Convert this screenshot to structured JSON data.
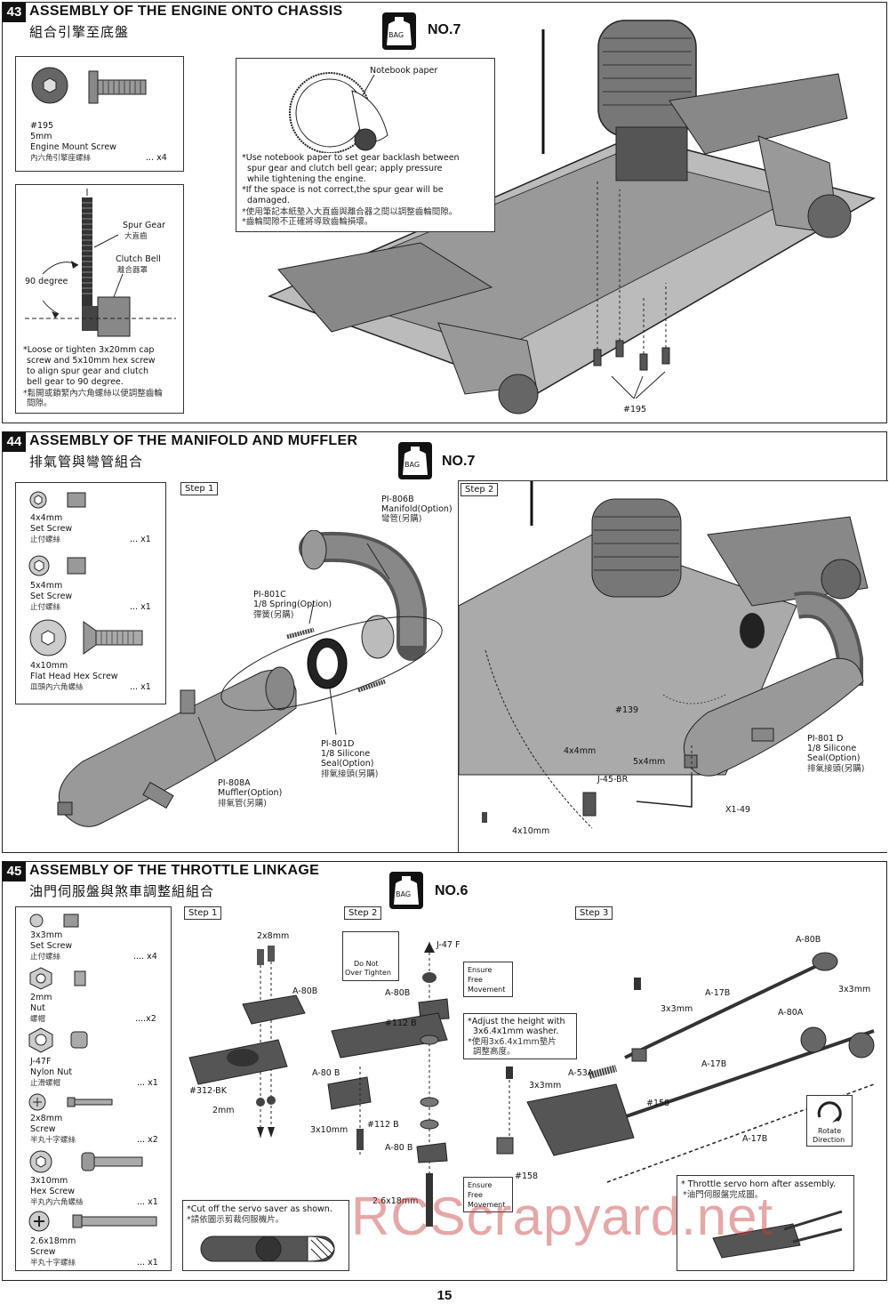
{
  "s43": {
    "num": "43",
    "title": "ASSEMBLY OF THE ENGINE ONTO CHASSIS",
    "title_cn": "組合引擎至底盤",
    "bag_text": "BAG",
    "bag_no": "NO.7",
    "screw": {
      "code": "#195",
      "size": "5mm",
      "name": "Engine Mount Screw",
      "cn": "內六角引擎座螺絲",
      "qty": "... x4"
    },
    "gear_box": {
      "spur": "Spur Gear",
      "spur_cn": "大直齒",
      "clutch": "Clutch Bell",
      "clutch_cn": "離合器罩",
      "angle": "90 degree",
      "note1": "*Loose or tighten 3x20mm cap",
      "note2": "screw and 5x10mm hex screw",
      "note3": "to align spur gear and clutch",
      "note4": "bell gear to 90 degree.",
      "note_cn1": "*鬆開或鎖緊內六角螺絲以便調整齒輪",
      "note_cn2": "間隙。"
    },
    "paper_box": {
      "paper_label": "Notebook paper",
      "n1": "*Use notebook paper to set gear backlash between",
      "n2": "spur gear and clutch bell gear; apply pressure",
      "n3": "while tightening the engine.",
      "n4": "*If the space is not correct,the spur gear will be",
      "n5": "damaged.",
      "cn1": "*使用筆記本紙墊入大直齒與離合器之間以調整齒輪間隙。",
      "cn2": "*齒輪間隙不正確將導致齒輪損壞。"
    },
    "callout": "#195"
  },
  "s44": {
    "num": "44",
    "title": "ASSEMBLY OF THE MANIFOLD AND MUFFLER",
    "title_cn": "排氣管與彎管組合",
    "bag_text": "BAG",
    "bag_no": "NO.7",
    "step1": "Step 1",
    "step2": "Step 2",
    "parts": [
      {
        "size": "4x4mm",
        "name": "Set Screw",
        "cn": "止付螺絲",
        "qty": "... x1"
      },
      {
        "size": "5x4mm",
        "name": "Set Screw",
        "cn": "止付螺絲",
        "qty": "... x1"
      },
      {
        "size": "4x10mm",
        "name": "Flat Head Hex Screw",
        "cn": "皿頭內六角螺絲",
        "qty": "... x1"
      }
    ],
    "manifold": {
      "code": "PI-806B",
      "name": "Manifold(Option)",
      "cn": "彎管(另購)"
    },
    "spring": {
      "code": "PI-801C",
      "name": "1/8 Spring(Option)",
      "cn": "彈簧(另購)"
    },
    "seal": {
      "code": "PI-801D",
      "name1": "1/8 Silicone",
      "name2": "Seal(Option)",
      "cn": "排氣接頭(另購)"
    },
    "muffler": {
      "code": "PI-808A",
      "name": "Muffler(Option)",
      "cn": "排氣管(另購)"
    },
    "s2": {
      "c139": "#139",
      "s44": "4x4mm",
      "j45": "J-45-BR",
      "s54": "5x4mm",
      "x149": "X1-49",
      "s410": "4x10mm",
      "seal_code": "PI-801 D",
      "seal1": "1/8 Silicone",
      "seal2": "Seal(Option)",
      "seal_cn": "排氣接頭(另購)"
    }
  },
  "s45": {
    "num": "45",
    "title": "ASSEMBLY OF THE THROTTLE LINKAGE",
    "title_cn": "油門伺服盤與煞車調整組組合",
    "bag_text": "BAG",
    "bag_no": "NO.6",
    "step1": "Step 1",
    "step2": "Step 2",
    "step3": "Step 3",
    "parts": [
      {
        "size": "3x3mm",
        "name": "Set Screw",
        "cn": "止付螺絲",
        "qty": ".... x4"
      },
      {
        "size": "2mm",
        "name": "Nut",
        "cn": "螺帽",
        "qty": "....x2"
      },
      {
        "size": "J-47F",
        "name": "Nylon Nut",
        "cn": "止滑螺帽",
        "qty": "... x1"
      },
      {
        "size": "2x8mm",
        "name": "Screw",
        "cn": "半丸十字螺絲",
        "qty": "... x2"
      },
      {
        "size": "3x10mm",
        "name": "Hex Screw",
        "cn": "半丸內六角螺絲",
        "qty": "... x1"
      },
      {
        "size": "2.6x18mm",
        "name": "Screw",
        "cn": "半丸十字螺絲",
        "qty": "... x1"
      }
    ],
    "st1": {
      "s28": "2x8mm",
      "a80b": "A-80B",
      "c312": "#312-BK",
      "s2": "2mm"
    },
    "st2": {
      "donot1": "Do Not",
      "donot2": "Over Tighten",
      "j47": "J-47 F",
      "a80b_a": "A-80B",
      "free1": "Ensure",
      "free2": "Free",
      "free3": "Movement",
      "c112a": "#112 B",
      "adj1": "*Adjust the height with",
      "adj2": "3x6.4x1mm washer.",
      "adj_cn1": "*使用3x6.4x1mm墊片",
      "adj_cn2": "調整高度。",
      "a80b_b": "A-80 B",
      "c112b": "#112 B",
      "s310": "3x10mm",
      "a80b_c": "A-80 B",
      "s2618": "2.6x18mm"
    },
    "st3": {
      "a80b": "A-80B",
      "s33a": "3x3mm",
      "a17a": "A-17B",
      "s33b": "3x3mm",
      "a80a": "A-80A",
      "a53a": "A-53A",
      "s33c": "3x3mm",
      "c158a": "#158",
      "a17b": "A-17B",
      "c158b": "#158",
      "a17c": "A-17B",
      "rot1": "Rotate",
      "rot2": "Direction"
    },
    "servo_note": {
      "en": "*Cut off the servo saver as shown.",
      "cn": "*請依圖示剪裁伺服機片。"
    },
    "horn_note": {
      "en": "* Throttle servo horn after assembly.",
      "cn": "*油門伺服盤完成圖。"
    }
  },
  "page_num": "15",
  "watermark": "RCScrapyard.net"
}
